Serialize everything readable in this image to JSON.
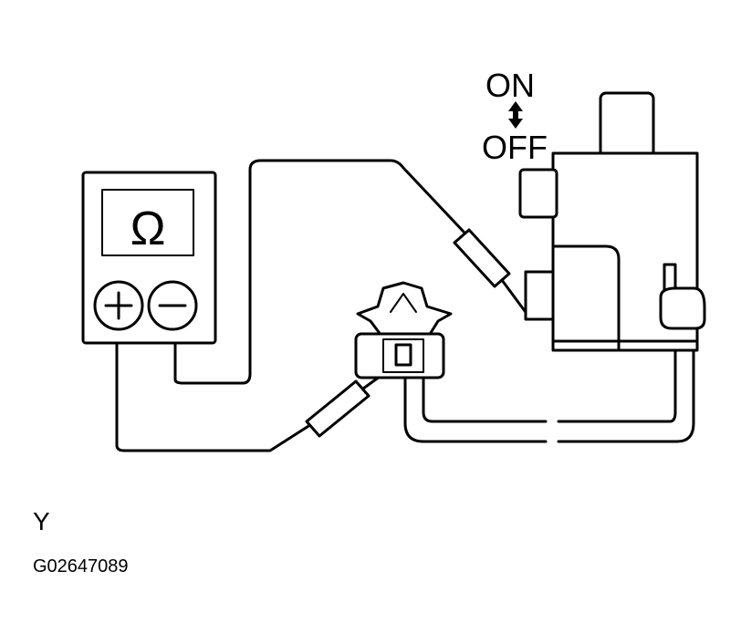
{
  "switch": {
    "on_label": "ON",
    "off_label": "OFF"
  },
  "meter": {
    "symbol": "Ω",
    "plus": "+",
    "minus": "−"
  },
  "corner_label": "Y",
  "figure_code": "G02647089"
}
